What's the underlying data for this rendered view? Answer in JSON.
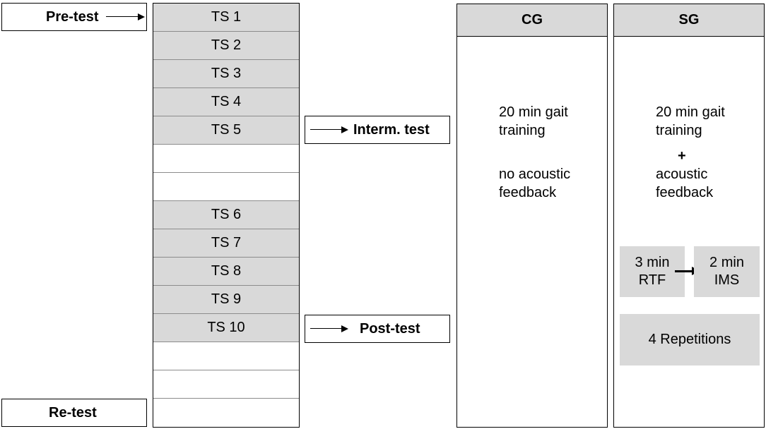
{
  "phases": {
    "pre_test": "Pre-test",
    "interm_test": "Interm. test",
    "post_test": "Post-test",
    "re_test": "Re-test"
  },
  "sessions": [
    "TS 1",
    "TS 2",
    "TS 3",
    "TS 4",
    "TS 5",
    "",
    "",
    "TS 6",
    "TS 7",
    "TS 8",
    "TS 9",
    "TS 10",
    "",
    "",
    ""
  ],
  "cg": {
    "title": "CG",
    "training_line1": "20 min gait",
    "training_line2": "training",
    "feedback_line1": "no acoustic",
    "feedback_line2": "feedback"
  },
  "sg": {
    "title": "SG",
    "training_line1": "20 min gait",
    "training_line2": "training",
    "plus": "+",
    "feedback_line1": "acoustic",
    "feedback_line2": "feedback",
    "rtf_line1": "3 min",
    "rtf_line2": "RTF",
    "ims_line1": "2 min",
    "ims_line2": "IMS",
    "repetitions": "4 Repetitions"
  },
  "colors": {
    "fill": "#d9d9d9",
    "border": "#000000"
  }
}
